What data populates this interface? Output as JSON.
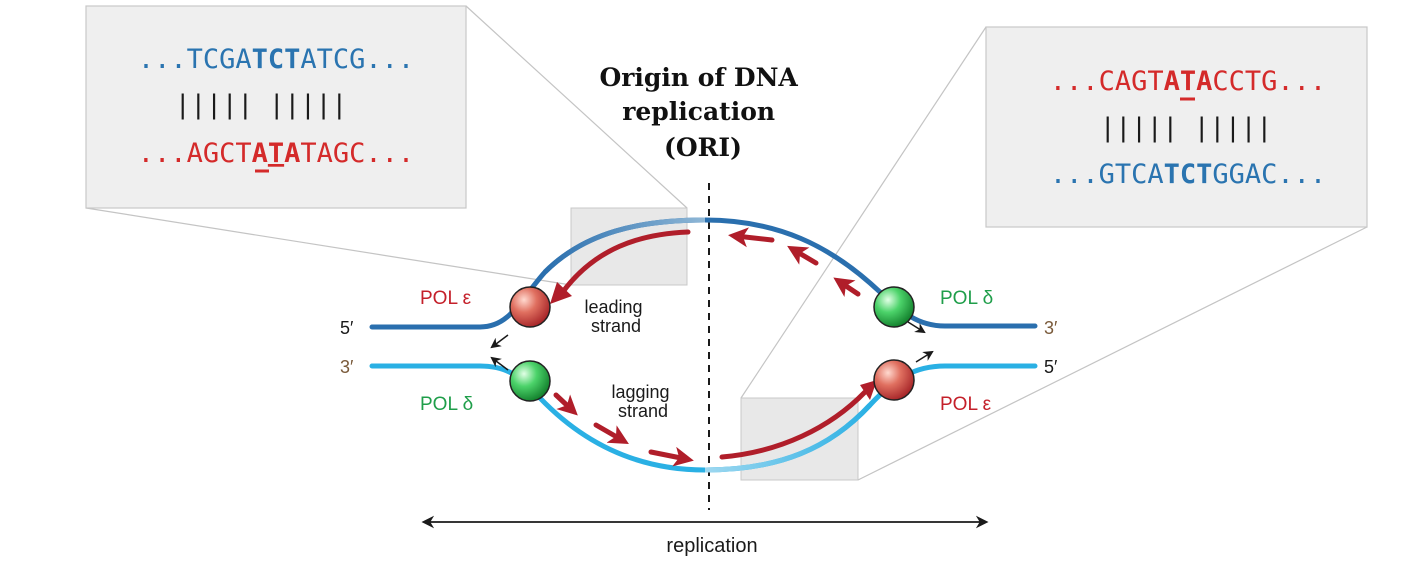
{
  "title": {
    "line1": "Origin of DNA",
    "line2": "replication",
    "line3": "(ORI)"
  },
  "left_box": {
    "top": {
      "pre": "...TCGA",
      "bold": "TCT",
      "post": "ATCG..."
    },
    "bars": "||||| |||||",
    "bottom": {
      "pre": "...AGCT",
      "bold1": "A",
      "mis": "T",
      "bold2": "A",
      "post": "TAGC..."
    }
  },
  "right_box": {
    "top": {
      "pre": "...CAGT",
      "bold1": "A",
      "mis": "T",
      "bold2": "A",
      "post": "CCTG..."
    },
    "bars": "||||| |||||",
    "bottom": {
      "pre": "...GTCA",
      "bold": "TCT",
      "post": "GGAC..."
    }
  },
  "labels": {
    "pol_epsilon_left": "POL ε",
    "pol_delta_left": "POL δ",
    "pol_delta_right": "POL δ",
    "pol_epsilon_right": "POL ε",
    "leading1": "leading",
    "leading2": "strand",
    "lagging1": "lagging",
    "lagging2": "strand",
    "end_tl": "5′",
    "end_bl": "3′",
    "end_tr": "3′",
    "end_br": "5′",
    "replication": "replication"
  },
  "colors": {
    "blue_text": "#2a74b0",
    "red_text": "#d42a2a",
    "top_strand": "#2a6fae",
    "bottom_strand": "#2ab0e4",
    "new_strand": "#b01e2a",
    "pol_epsilon": "#d64b4b",
    "pol_delta": "#2dbd4e",
    "pol_epsilon_label": "#c4202a",
    "pol_delta_label": "#1f9e4a",
    "end_label_brown": "#7a5a3a",
    "box_fill": "#efefef",
    "box_stroke": "#c8c8c8"
  }
}
